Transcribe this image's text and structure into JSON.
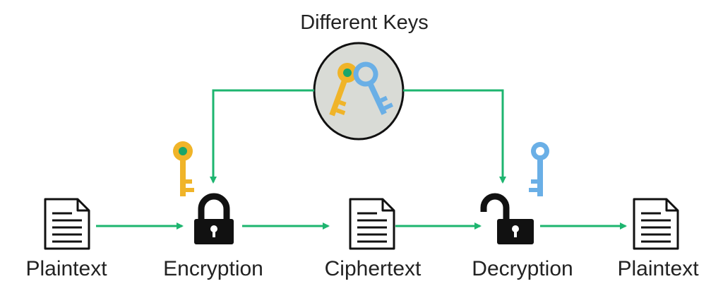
{
  "title": "Different Keys",
  "nodes": {
    "plaintext_in": "Plaintext",
    "encryption": "Encryption",
    "ciphertext": "Ciphertext",
    "decryption": "Decryption",
    "plaintext_out": "Plaintext"
  },
  "colors": {
    "arrow": "#1db56f",
    "key_public": "#f0b429",
    "key_private": "#6aafe6",
    "key_dot": "#1aa56a",
    "circle_fill": "#d9dbd6",
    "ink": "#111111"
  },
  "icons": {
    "key_pair": "keys-icon",
    "encryption_key": "gold-key-icon",
    "decryption_key": "blue-key-icon",
    "document": "document-icon",
    "locked": "padlock-closed-icon",
    "unlocked": "padlock-open-icon"
  }
}
